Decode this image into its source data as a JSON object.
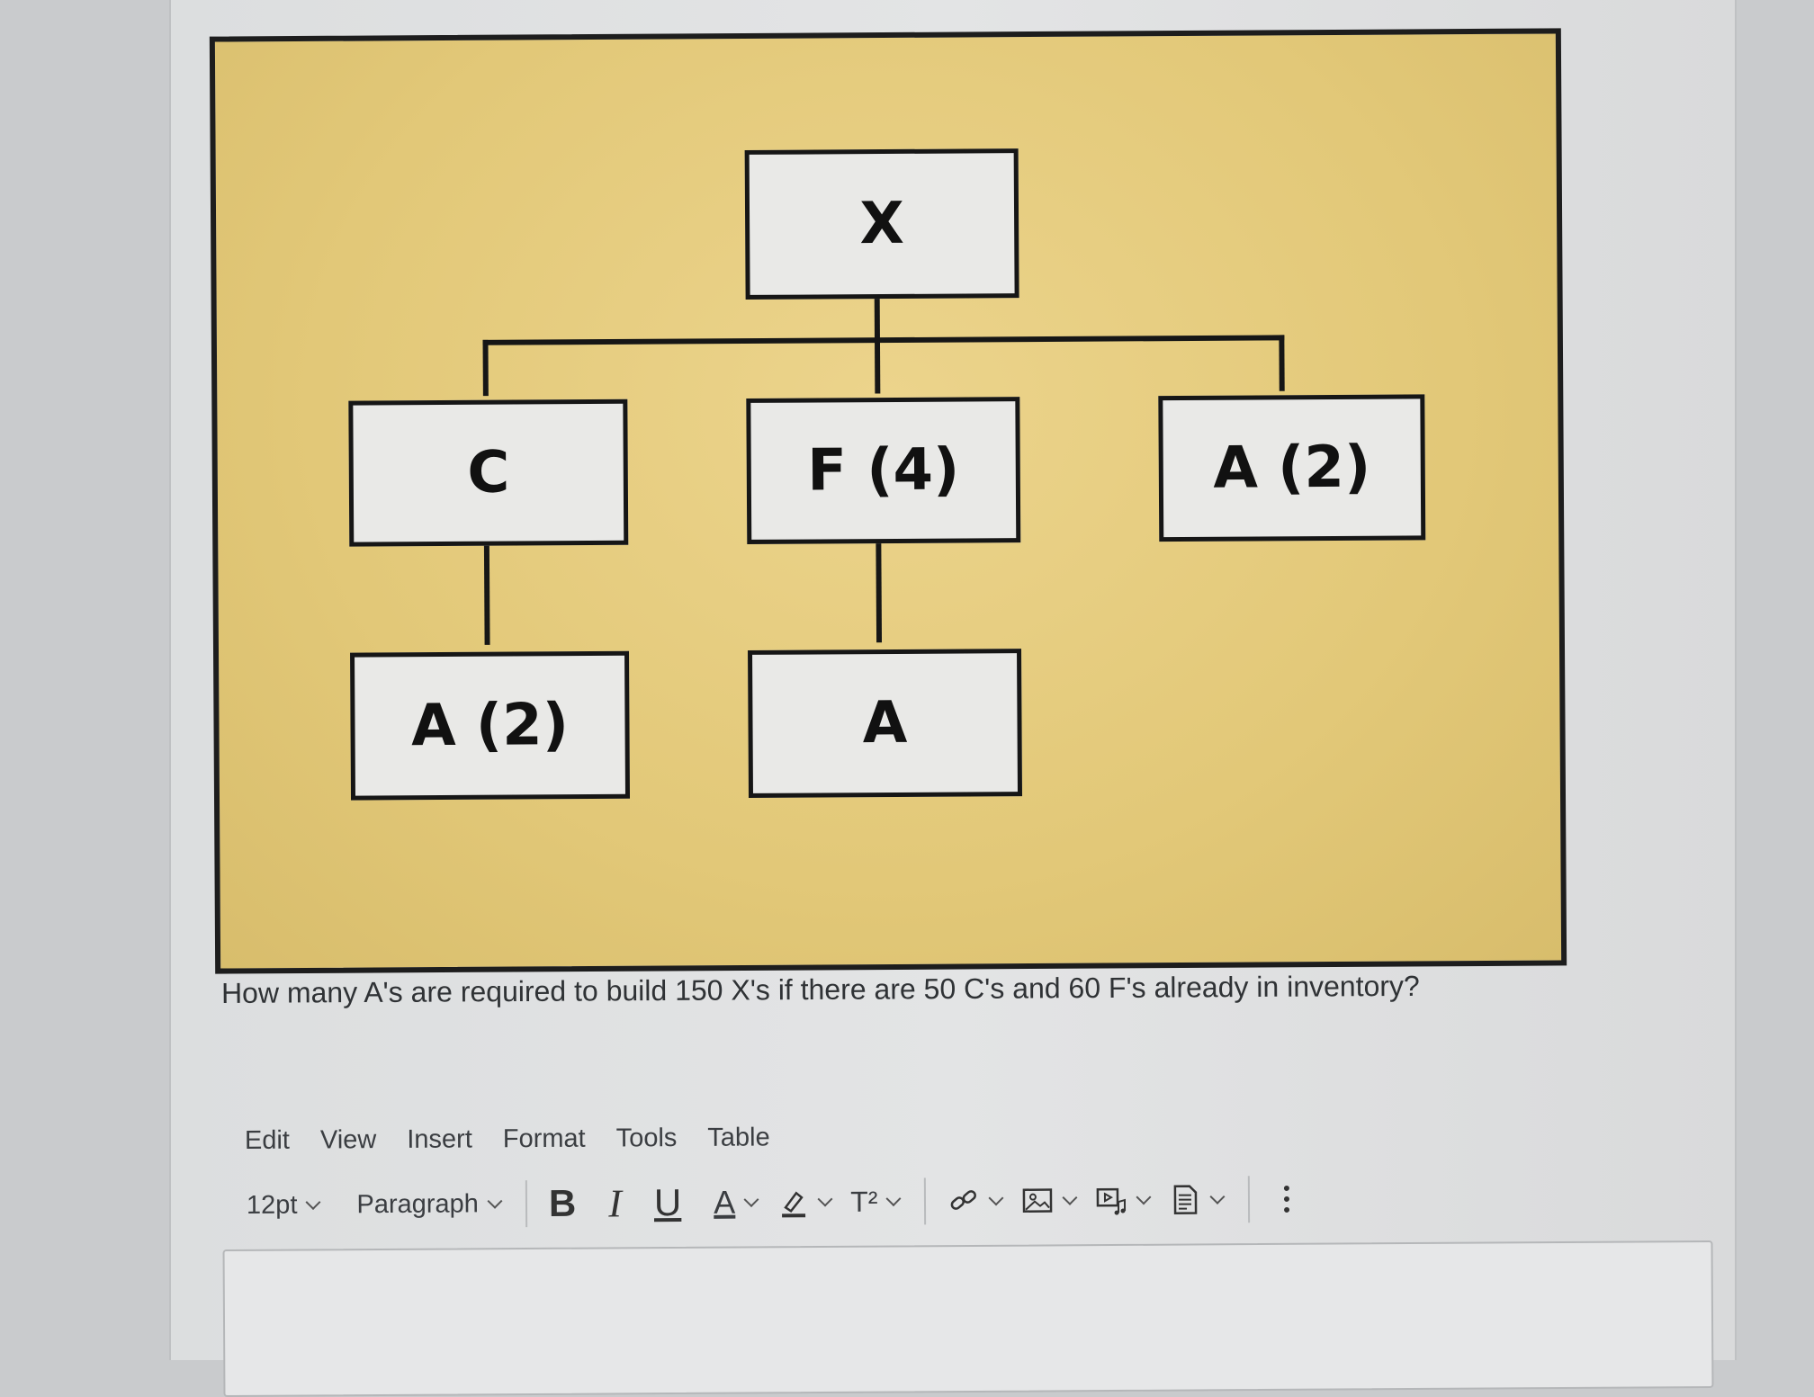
{
  "diagram": {
    "nodes": {
      "root": "X",
      "c": "C",
      "f": "F (4)",
      "a_top": "A (2)",
      "a_under_c": "A (2)",
      "a_under_f": "A"
    }
  },
  "question": "How many A's are required to build 150 X's if there are 50 C's and 60 F's already in inventory?",
  "menu": {
    "edit": "Edit",
    "view": "View",
    "insert": "Insert",
    "format": "Format",
    "tools": "Tools",
    "table": "Table"
  },
  "toolbar": {
    "font_size": "12pt",
    "block_format": "Paragraph",
    "bold": "B",
    "italic": "I",
    "underline": "U",
    "text_color": "A",
    "superscript": "T²",
    "icons": [
      "highlight-icon",
      "link-icon",
      "image-icon",
      "media-icon",
      "document-icon",
      "more-options-icon"
    ]
  },
  "colors": {
    "diagram_background": "#e2c878",
    "node_fill": "#e9e9e7",
    "line": "#161616",
    "text": "#2f3235"
  }
}
